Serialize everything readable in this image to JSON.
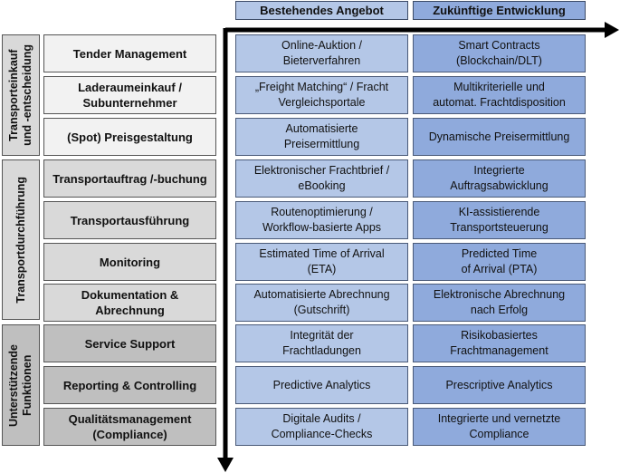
{
  "headers": {
    "current": "Bestehendes Angebot",
    "future": "Zukünftige Entwicklung"
  },
  "groups": [
    {
      "label": "Transporteinkauf\nund -entscheidung"
    },
    {
      "label": "Transportdurchführung"
    },
    {
      "label": "Unterstützende\nFunktionen"
    }
  ],
  "rows": [
    {
      "process": "Tender Management",
      "current": "Online-Auktion /\nBieterverfahren",
      "future": "Smart Contracts\n(Blockchain/DLT)"
    },
    {
      "process": "Laderaumeinkauf /\nSubunternehmer",
      "current": "„Freight Matching“ / Fracht\nVergleichsportale",
      "future": "Multikriterielle und\nautomat. Frachtdisposition"
    },
    {
      "process": "(Spot) Preisgestaltung",
      "current": "Automatisierte\nPreisermittlung",
      "future": "Dynamische Preisermittlung"
    },
    {
      "process": "Transportauftrag /-buchung",
      "current": "Elektronischer Frachtbrief /\neBooking",
      "future": "Integrierte\nAuftragsabwicklung"
    },
    {
      "process": "Transportausführung",
      "current": "Routenoptimierung /\nWorkflow-basierte Apps",
      "future": "KI-assistierende\nTransportsteuerung"
    },
    {
      "process": "Monitoring",
      "current": "Estimated Time of Arrival\n(ETA)",
      "future": "Predicted Time\nof Arrival (PTA)"
    },
    {
      "process": "Dokumentation &\nAbrechnung",
      "current": "Automatisierte Abrechnung\n(Gutschrift)",
      "future": "Elektronische Abrechnung\nnach Erfolg"
    },
    {
      "process": "Service Support",
      "current": "Integrität der\nFrachtladungen",
      "future": "Risikobasiertes\nFrachtmanagement"
    },
    {
      "process": "Reporting & Controlling",
      "current": "Predictive Analytics",
      "future": "Prescriptive Analytics"
    },
    {
      "process": "Qualitätsmanagement\n(Compliance)",
      "current": "Digitale Audits /\nCompliance-Checks",
      "future": "Integrierte und vernetzte\nCompliance"
    }
  ]
}
